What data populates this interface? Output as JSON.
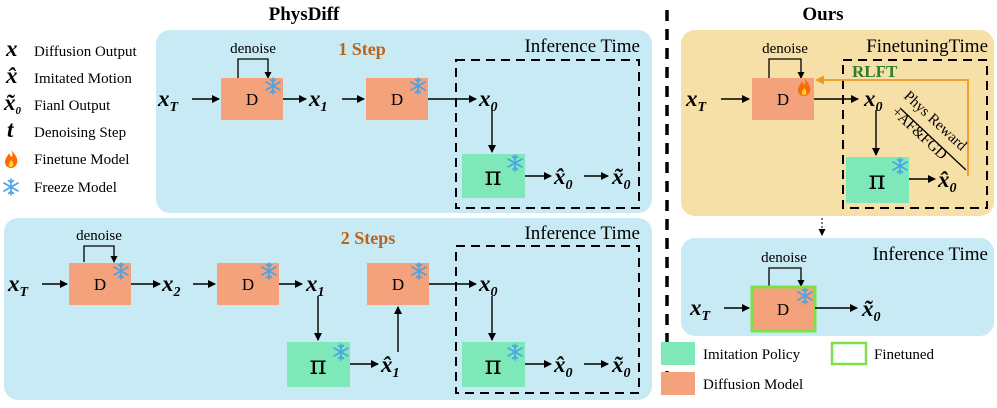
{
  "titles": {
    "physdiff": "PhysDiff",
    "ours": "Ours"
  },
  "legend_left": [
    {
      "symbol": "x",
      "text": "Diffusion Output"
    },
    {
      "symbol": "x̂",
      "text": "Imitated Motion"
    },
    {
      "symbol": "x̃₀",
      "text": "Fianl Output"
    },
    {
      "symbol": "t",
      "text": "Denoising Step"
    },
    {
      "symbol": "fire-icon",
      "text": "Finetune Model"
    },
    {
      "symbol": "snowflake-icon",
      "text": "Freeze Model"
    }
  ],
  "panel1": {
    "step_label": "1 Step",
    "section": "Inference Time",
    "denoise": "denoise"
  },
  "panel2": {
    "step_label": "2 Steps",
    "section": "Inference Time",
    "denoise": "denoise"
  },
  "ours_top": {
    "section": "FinetuningTime",
    "denoise": "denoise",
    "rlft": "RLFT",
    "reward1": "Phys Reward",
    "reward2": "+AF&FGD"
  },
  "ours_bottom": {
    "section": "Inference Time",
    "denoise": "denoise"
  },
  "box_labels": {
    "diffusion": "D",
    "policy": "π"
  },
  "vars": {
    "xT": "x",
    "T": "T",
    "x": "x",
    "one": "1",
    "two": "2",
    "zero": "0"
  },
  "legend_bottom": [
    {
      "text": "Imitation Policy",
      "color": "#7ee8b8"
    },
    {
      "text": "Finetuned",
      "color": "#7ee04a"
    },
    {
      "text": "Diffusion Model",
      "color": "#f4a27b"
    }
  ],
  "colors": {
    "panel_blue": "#c8eaf4",
    "panel_yellow": "#f7dfa8",
    "diffusion_box": "#f4a27b",
    "policy_box": "#7ee8b8",
    "finetuned_border": "#7ee04a",
    "rlft_arrow": "#f29a1f",
    "snow": "#4aa3e8",
    "fire": "#ff6a00"
  }
}
